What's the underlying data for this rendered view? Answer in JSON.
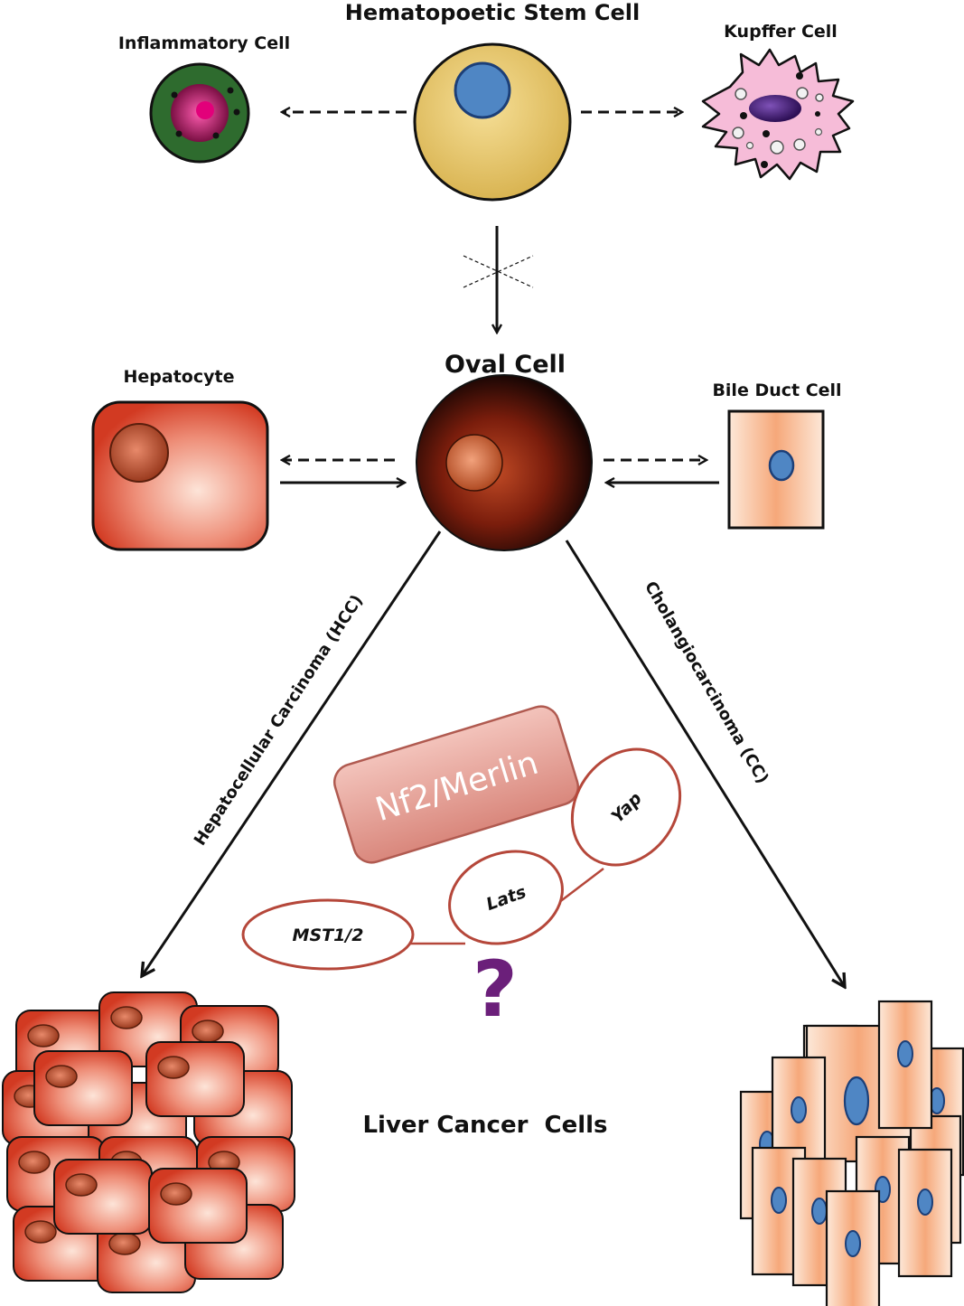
{
  "labels": {
    "hsc": "Hematopoetic Stem Cell",
    "inflammatory": "Inflammatory Cell",
    "kupffer": "Kupffer Cell",
    "oval": "Oval Cell",
    "hepatocyte": "Hepatocyte",
    "bile_duct": "Bile Duct Cell",
    "hcc": "Hepatocellular Carcinoma (HCC)",
    "cc": "Cholangiocarcinoma (CC)",
    "nf2": "Nf2/Merlin",
    "mst": "MST1/2",
    "lats": "Lats",
    "yap": "Yap",
    "question": "?",
    "liver_cancer": "Liver Cancer  Cells"
  },
  "colors": {
    "hsc_body": "#e8c86a",
    "hsc_nucleus": "#4f86c4",
    "inflammatory_body": "#2e6b2e",
    "inflammatory_nucleus": "#c2186b",
    "kupffer_body": "#f6bcd8",
    "kupffer_nucleus": "#4a1f7a",
    "oval_body": "#2a0c06",
    "hepatocyte_body": "#e0523a",
    "bile_duct_body": "#f7b488",
    "nf2_box": "#e7a39a",
    "question_mark": "#6b1f7a"
  }
}
